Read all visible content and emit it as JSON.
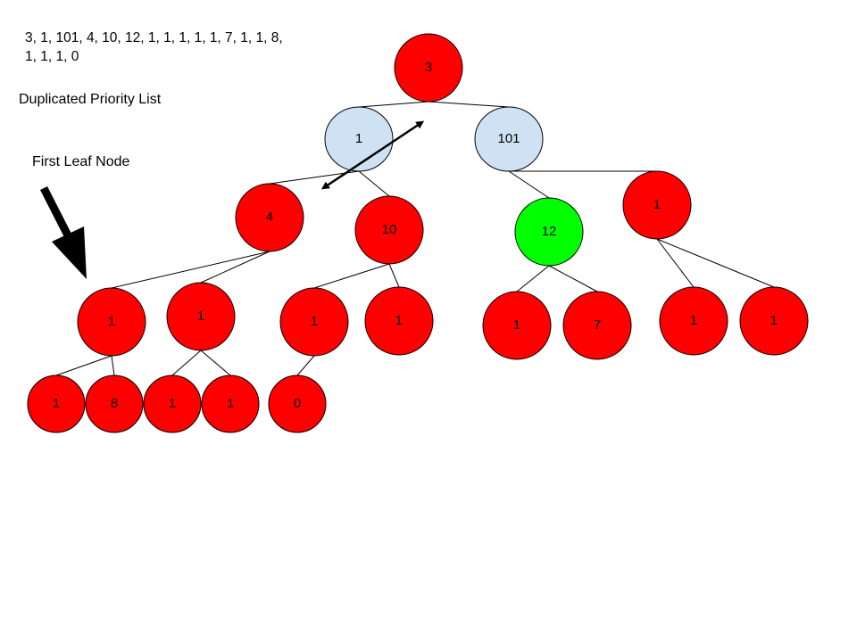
{
  "priority_list": {
    "line1": "3, 1, 101, 4, 10, 12, 1, 1, 1, 1, 1, 7, 1, 1, 8,",
    "line2": "1, 1, 1, 0"
  },
  "caption": "Duplicated Priority List",
  "leaf_note": "First Leaf Node",
  "colors": {
    "default": "#ff0000",
    "swapped": "#cfe2f3",
    "highlight": "#00ff00",
    "outline": "#000000"
  },
  "tree": {
    "nodes": [
      {
        "id": "n0",
        "label": "3",
        "state": "default"
      },
      {
        "id": "n1",
        "label": "1",
        "state": "swapped"
      },
      {
        "id": "n2",
        "label": "101",
        "state": "swapped"
      },
      {
        "id": "n3",
        "label": "4",
        "state": "default"
      },
      {
        "id": "n4",
        "label": "10",
        "state": "default"
      },
      {
        "id": "n5",
        "label": "12",
        "state": "highlight"
      },
      {
        "id": "n6",
        "label": "1",
        "state": "default"
      },
      {
        "id": "n7",
        "label": "1",
        "state": "default"
      },
      {
        "id": "n8",
        "label": "1",
        "state": "default"
      },
      {
        "id": "n9",
        "label": "1",
        "state": "default"
      },
      {
        "id": "n10",
        "label": "1",
        "state": "default"
      },
      {
        "id": "n11",
        "label": "1",
        "state": "default"
      },
      {
        "id": "n12",
        "label": "7",
        "state": "default"
      },
      {
        "id": "n13",
        "label": "1",
        "state": "default"
      },
      {
        "id": "n14",
        "label": "1",
        "state": "default"
      },
      {
        "id": "n15",
        "label": "1",
        "state": "default"
      },
      {
        "id": "n16",
        "label": "8",
        "state": "default"
      },
      {
        "id": "n17",
        "label": "1",
        "state": "default"
      },
      {
        "id": "n18",
        "label": "1",
        "state": "default"
      },
      {
        "id": "n19",
        "label": "0",
        "state": "default"
      }
    ],
    "edges": [
      [
        "n0",
        "n1"
      ],
      [
        "n0",
        "n2"
      ],
      [
        "n1",
        "n3"
      ],
      [
        "n1",
        "n4"
      ],
      [
        "n2",
        "n5"
      ],
      [
        "n2",
        "n6"
      ],
      [
        "n3",
        "n7"
      ],
      [
        "n3",
        "n8"
      ],
      [
        "n4",
        "n9"
      ],
      [
        "n4",
        "n10"
      ],
      [
        "n5",
        "n11"
      ],
      [
        "n5",
        "n12"
      ],
      [
        "n6",
        "n13"
      ],
      [
        "n6",
        "n14"
      ],
      [
        "n7",
        "n15"
      ],
      [
        "n7",
        "n16"
      ],
      [
        "n8",
        "n17"
      ],
      [
        "n8",
        "n18"
      ],
      [
        "n9",
        "n19"
      ]
    ],
    "swap_arrow": {
      "from": "n1",
      "to": "n3",
      "icon": "double-arrow-icon"
    },
    "leaf_pointer": {
      "icon": "thick-arrow-icon"
    }
  }
}
